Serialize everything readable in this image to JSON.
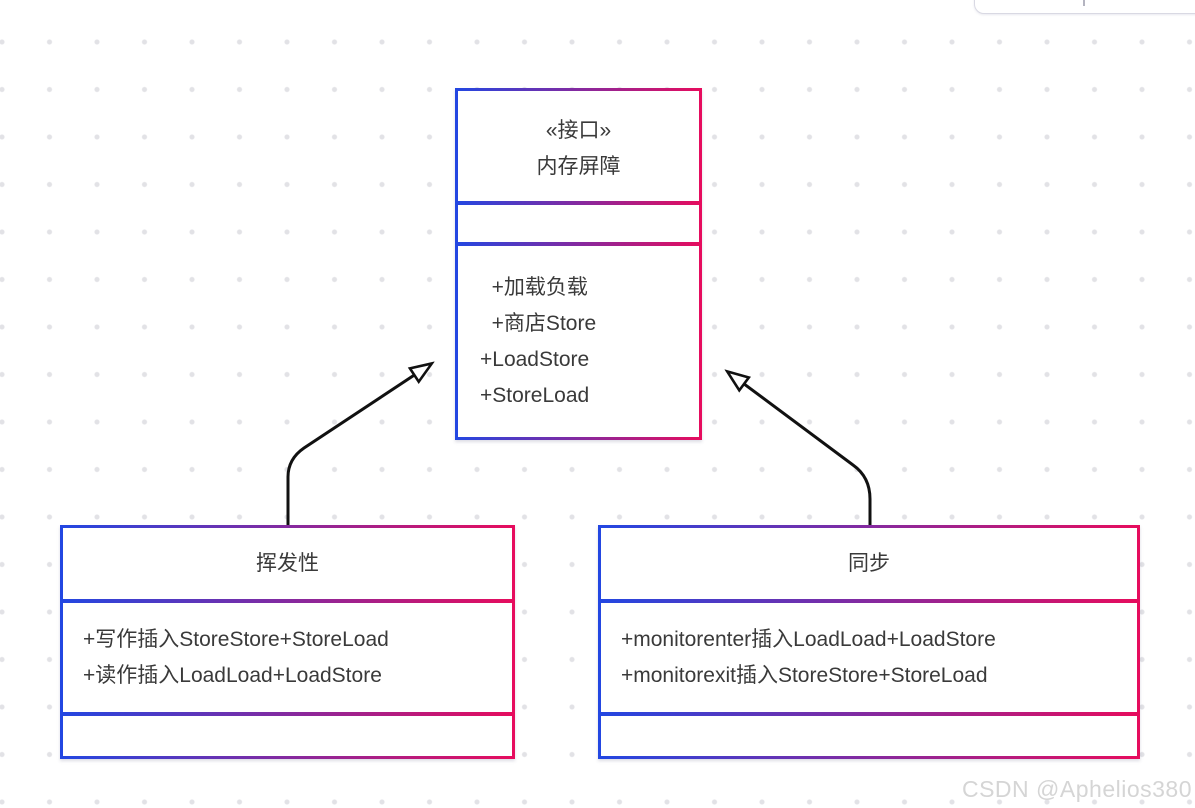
{
  "uml": {
    "interface": {
      "stereotype": "«接口»",
      "name": "内存屏障",
      "methods": [
        "  +加载负载",
        "  +商店Store",
        "+LoadStore",
        "+StoreLoad"
      ]
    },
    "volatile": {
      "name": "挥发性",
      "methods": [
        "+写作插入StoreStore+StoreLoad",
        "+读作插入LoadLoad+LoadStore"
      ]
    },
    "sync": {
      "name": "同步",
      "methods": [
        "+monitorenter插入LoadLoad+LoadStore",
        "+monitorexit插入StoreStore+StoreLoad"
      ]
    },
    "relationships": [
      {
        "from": "挥发性",
        "to": "内存屏障",
        "type": "realization"
      },
      {
        "from": "同步",
        "to": "内存屏障",
        "type": "realization"
      }
    ]
  },
  "watermark": "CSDN @Aphelios380",
  "colors": {
    "gradient_start": "#2247e2",
    "gradient_end": "#e70c5d",
    "arrow": "#111111",
    "text": "#3a3a3a",
    "dot_grid": "#e2e2e6"
  }
}
